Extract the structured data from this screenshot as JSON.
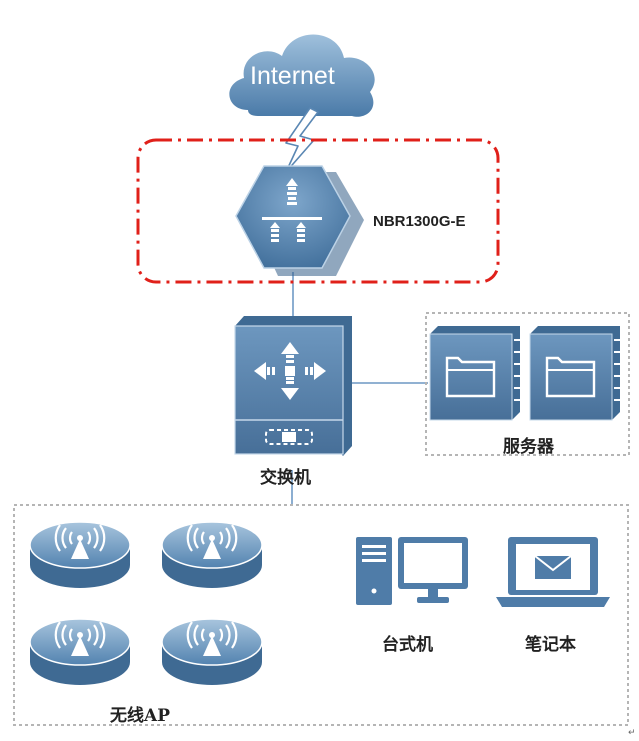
{
  "cloud": {
    "label": "Internet"
  },
  "router": {
    "label": "NBR1300G-E"
  },
  "switch": {
    "label": "交换机"
  },
  "servers": {
    "label": "服务器"
  },
  "wireless": {
    "label": "无线AP"
  },
  "desktop": {
    "label": "台式机"
  },
  "laptop": {
    "label": "笔记本"
  },
  "footer": {
    "mark": "↵"
  },
  "colors": {
    "device_blue": "#4f7ca8",
    "device_light": "#8fb2d0",
    "highlight_red": "#e0201a",
    "dotted_gray": "#b5b5b5",
    "link_line": "#4f82b8"
  }
}
